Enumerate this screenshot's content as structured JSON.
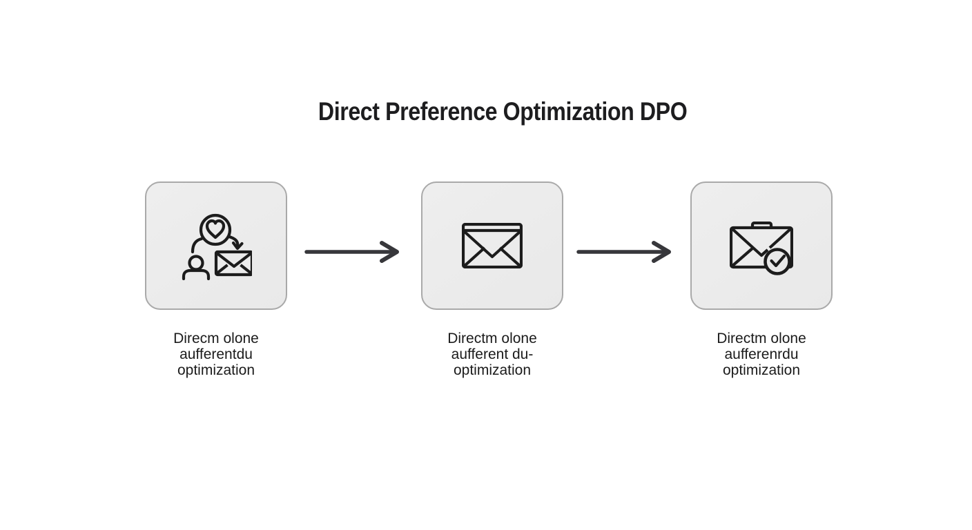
{
  "title": "Direct Preference Optimization DPO",
  "steps": [
    {
      "icon": "user-heart-message-icon",
      "caption_lines": [
        "Direcm olone",
        "aufferentdu",
        "optimization"
      ]
    },
    {
      "icon": "envelope-icon",
      "caption_lines": [
        "Directm olone",
        "aufferent du-",
        "optimization"
      ]
    },
    {
      "icon": "envelope-check-icon",
      "caption_lines": [
        "Directm olone",
        "aufferenrdu",
        "optimization"
      ]
    }
  ],
  "arrows": [
    "arrow-right-icon",
    "arrow-right-icon"
  ],
  "colors": {
    "background": "#ffffff",
    "box_fill": "#e9e9e9",
    "box_border": "#a9a9a9",
    "icon_stroke": "#1c1c1c",
    "arrow": "#37373b",
    "title_text": "#1d1d1f",
    "caption_text": "#1b1b1b"
  }
}
